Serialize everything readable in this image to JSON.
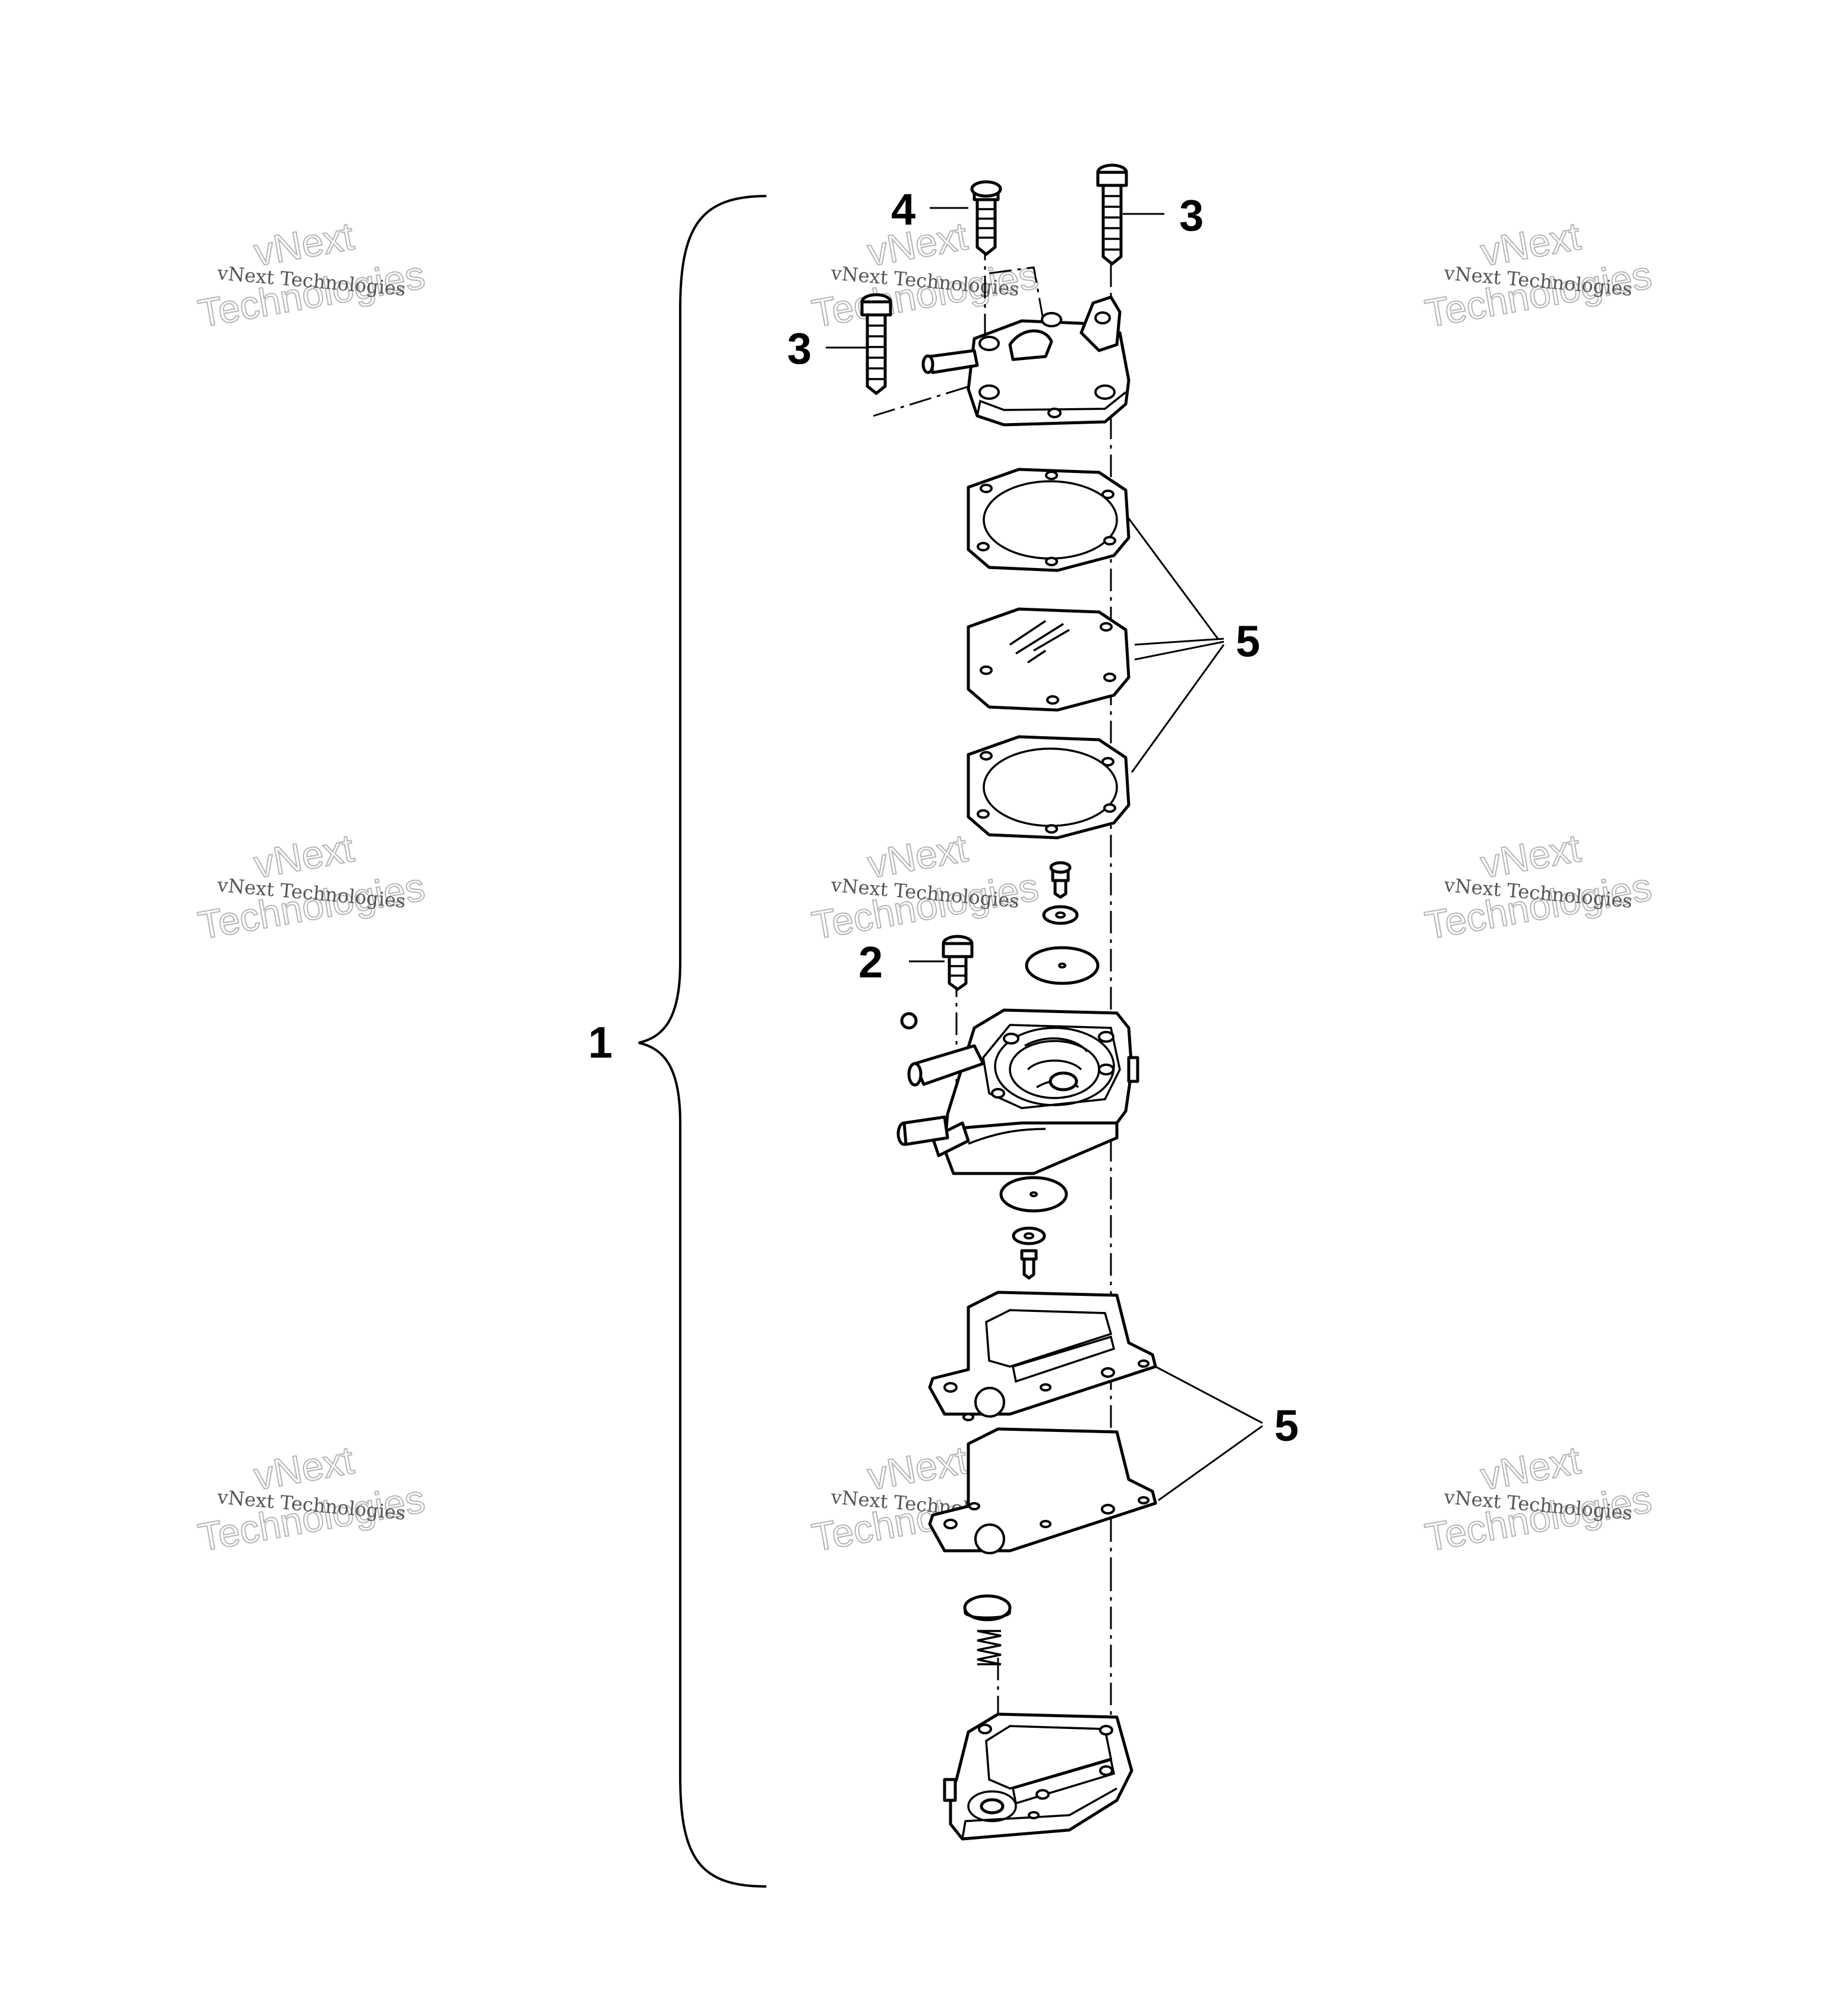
{
  "callouts": {
    "assembly": "1",
    "screw_2": "2",
    "screw_3_left": "3",
    "screw_3_right": "3",
    "screw_4": "4",
    "gasket_kit_upper": "5",
    "gasket_kit_lower": "5"
  },
  "watermark": {
    "line1": "vNext Technologies",
    "line2": "vNext",
    "line3": "Technologies"
  }
}
